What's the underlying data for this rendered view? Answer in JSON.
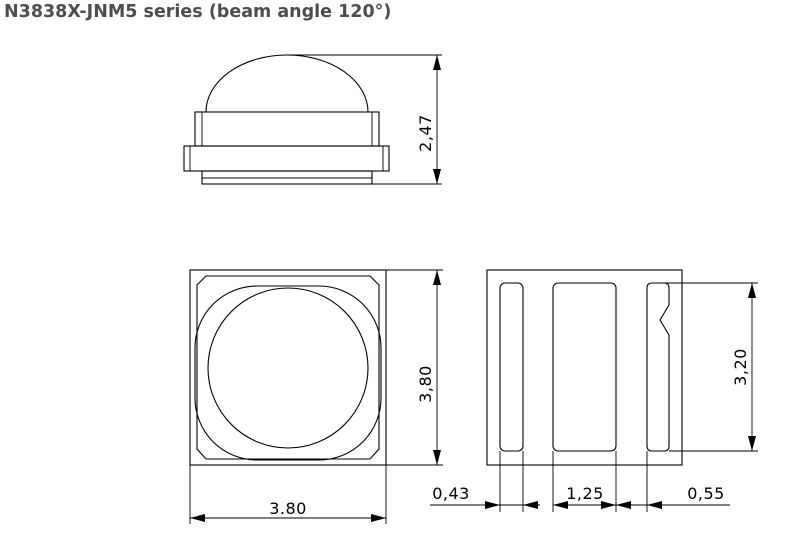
{
  "title": "N3838X-JNM5 series (beam angle 120°)",
  "side_view": {
    "height_label": "2,47"
  },
  "top_view": {
    "height_label": "3,80",
    "width_label": "3.80"
  },
  "bottom_view": {
    "height_label": "3,20",
    "pad_left_label": "0,43",
    "pad_center_label": "1,25",
    "pad_right_label": "0,55"
  }
}
